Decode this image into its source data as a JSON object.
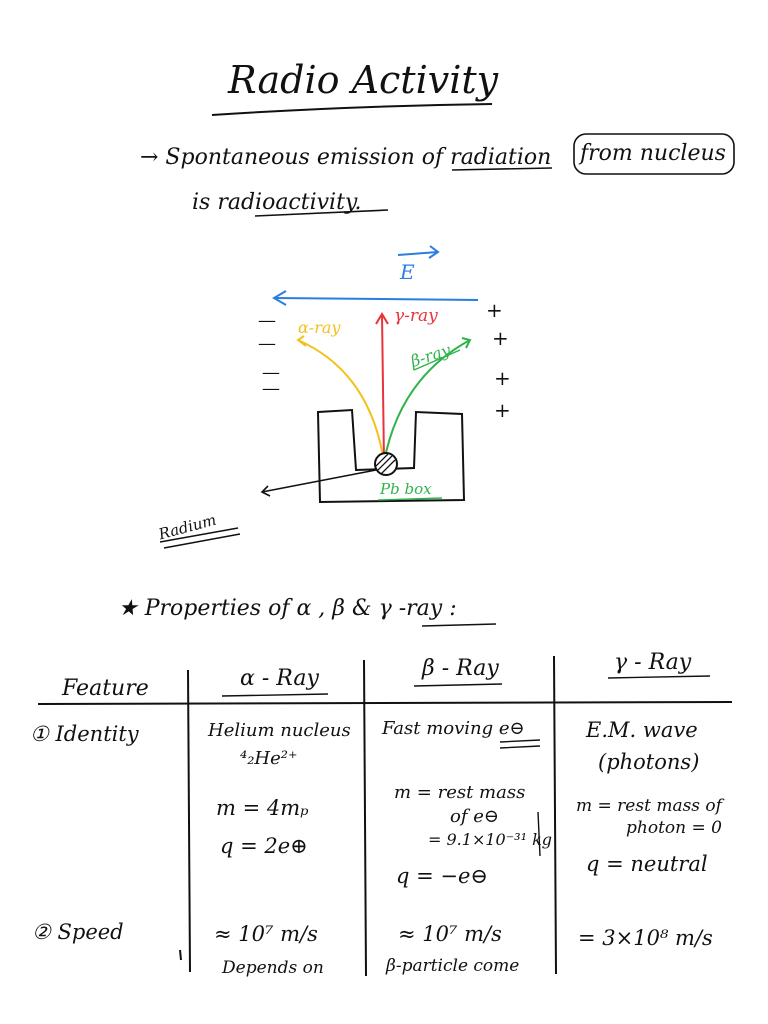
{
  "title": "Radio Activity",
  "definition": {
    "line1_prefix": "→ Spontaneous emission of ",
    "line1_radiation": "radiation",
    "line1_from_nucleus": "from nucleus",
    "line2": "is radioactivity."
  },
  "diagram": {
    "field_label": "E",
    "alpha_label": "α-ray",
    "gamma_label": "γ-ray",
    "beta_label": "β-ray",
    "box_label": "Pb box",
    "source_label": "Radium",
    "plus_signs": [
      "+",
      "+",
      "+",
      "+"
    ],
    "minus_signs": [
      "—",
      "—",
      "—",
      "—"
    ],
    "colors": {
      "field": "#2a7de1",
      "alpha": "#f2c21b",
      "gamma": "#e8323c",
      "beta": "#2fb34a",
      "box_label": "#2fb34a"
    }
  },
  "properties_heading": "★  Properties of  α , β & γ -ray :",
  "table": {
    "headers": [
      "Feature",
      "α - Ray",
      "β - Ray",
      "γ - Ray"
    ],
    "identity": {
      "feature": "① Identity",
      "alpha": [
        "Helium nucleus",
        "⁴₂He²⁺",
        "m = 4mₚ",
        "q = 2e⊕"
      ],
      "beta": [
        "Fast moving e⊖",
        "m = rest mass",
        "of e⊖",
        "= 9.1×10⁻³¹ kg",
        "q = −e⊖"
      ],
      "gamma": [
        "E.M. wave",
        "(photons)",
        "m = rest mass of",
        "photon = 0",
        "q = neutral"
      ]
    },
    "speed": {
      "feature": "② Speed",
      "alpha": "≈ 10⁷ m/s",
      "beta": "≈ 10⁷ m/s",
      "gamma": "= 3×10⁸ m/s"
    },
    "row3": {
      "alpha": "Depends on",
      "beta": "β-particle come"
    }
  }
}
